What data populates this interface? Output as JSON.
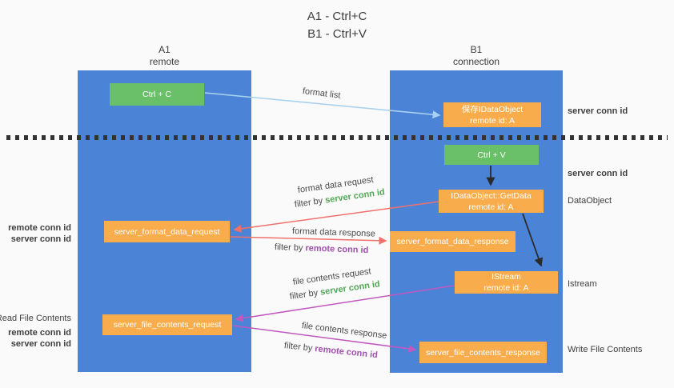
{
  "title": {
    "line1": "A1 - Ctrl+C",
    "line2": "B1 - Ctrl+V"
  },
  "lifelines": {
    "a1": {
      "name": "A1",
      "role": "remote"
    },
    "b1": {
      "name": "B1",
      "role": "connection"
    }
  },
  "nodes": {
    "ctrl_c": {
      "label": "Ctrl + C"
    },
    "save_idataobject": {
      "line1": "保存IDataObject",
      "line2": "remote id: A"
    },
    "ctrl_v": {
      "label": "Ctrl + V"
    },
    "getdata": {
      "line1": "IDataObject::GetData",
      "line2": "remote id: A"
    },
    "server_format_data_request": {
      "label": "server_format_data_request"
    },
    "server_format_data_response": {
      "label": "server_format_data_response"
    },
    "istream": {
      "line1": "IStream",
      "line2": "remote id: A"
    },
    "server_file_contents_request": {
      "label": "server_file_contents_request"
    },
    "server_file_contents_response": {
      "label": "server_file_contents_response"
    }
  },
  "flow_labels": {
    "format_list": "format list",
    "format_data_request": "format data request",
    "format_data_response": "format data response",
    "file_contents_request": "file contents request",
    "file_contents_response": "file contents response",
    "filter_by": "filter by",
    "server_conn_id": "server conn id",
    "remote_conn_id": "remote conn id"
  },
  "annotations": {
    "right": {
      "server_conn_id_top": "server conn id",
      "server_conn_id_mid": "server conn id",
      "dataobject": "DataObject",
      "istream": "Istream",
      "write_file_contents": "Write File Contents"
    },
    "left": {
      "remote_conn_id_mid": "remote conn id",
      "server_conn_id_mid": "server conn id",
      "read_file_contents": "Read File Contents",
      "remote_conn_id_bottom": "remote conn id",
      "server_conn_id_bottom": "server conn id"
    }
  },
  "colors": {
    "lifeline_blue": "#4b83d7",
    "node_green": "#6abf69",
    "node_orange": "#f8ac4c",
    "arrow_light_blue": "#a9d2f0",
    "arrow_red": "#f0716b",
    "arrow_magenta": "#c158c0",
    "arrow_black": "#2b2b2b",
    "label_green": "#53a656",
    "label_purple": "#a14fae",
    "background": "#fafafa"
  }
}
